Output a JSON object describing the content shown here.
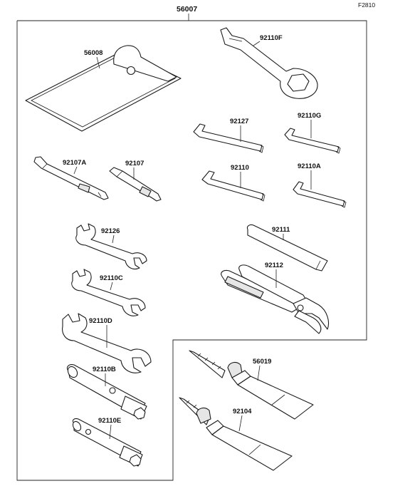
{
  "figure_code": "F2810",
  "kit_label": "56007",
  "parts": {
    "p56008": "56008",
    "p92110F": "92110F",
    "p92127": "92127",
    "p92110G": "92110G",
    "p92107A": "92107A",
    "p92107": "92107",
    "p92110": "92110",
    "p92110A": "92110A",
    "p92126": "92126",
    "p92111": "92111",
    "p92112": "92112",
    "p92110C": "92110C",
    "p92110D": "92110D",
    "p92110B": "92110B",
    "p56019": "56019",
    "p92110E": "92110E",
    "p92104": "92104"
  }
}
